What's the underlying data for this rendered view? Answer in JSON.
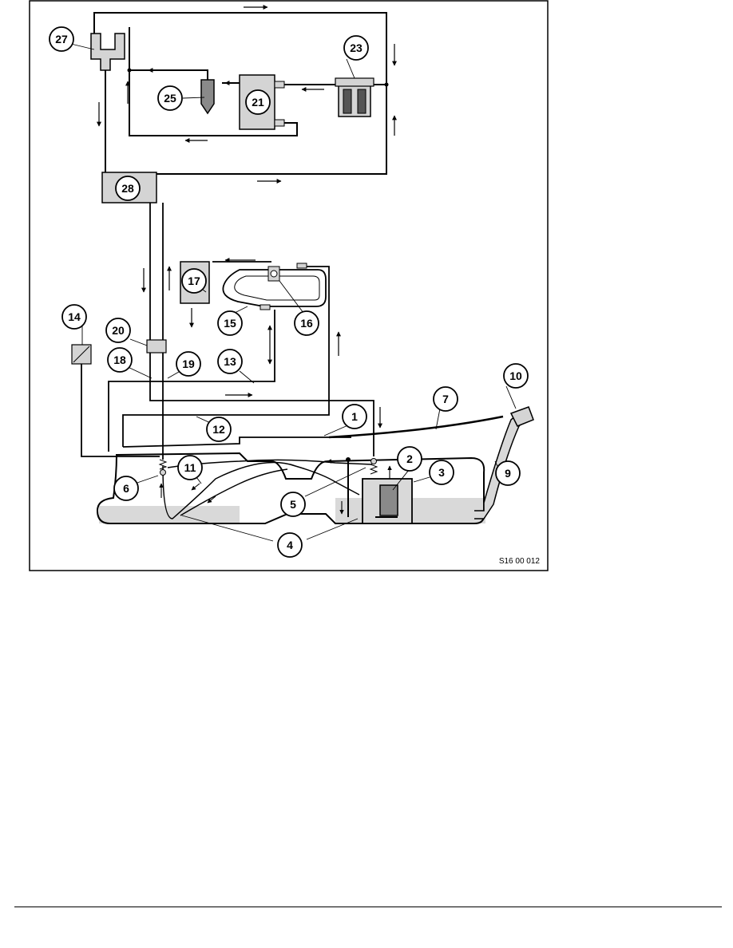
{
  "diagram": {
    "figure_ref": "S16 00 012",
    "callouts": [
      "1",
      "2",
      "3",
      "4",
      "5",
      "6",
      "7",
      "9",
      "10",
      "11",
      "12",
      "13",
      "14",
      "15",
      "16",
      "17",
      "18",
      "19",
      "20",
      "21",
      "23",
      "25",
      "27",
      "28"
    ],
    "colors": {
      "line": "#000000",
      "component_fill": "#d4d4d4",
      "fuel_fill": "#d9d9d9",
      "dark_fill": "#8a8a8a"
    }
  }
}
